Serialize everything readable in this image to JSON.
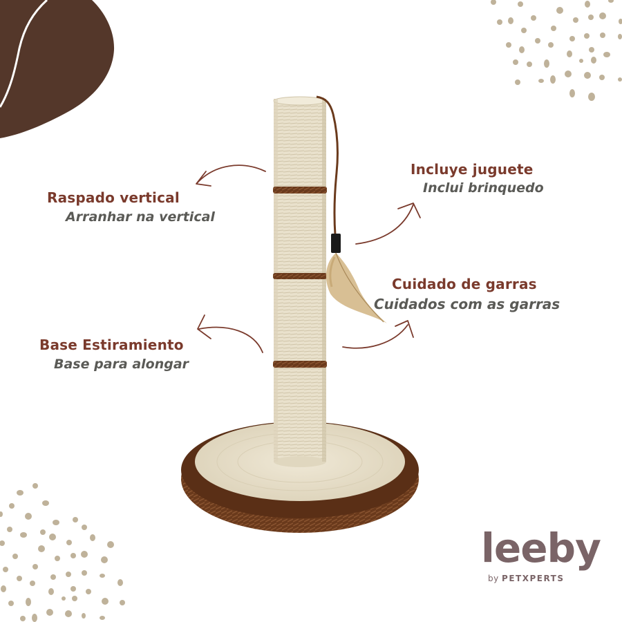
{
  "background": "#ffffff",
  "colors": {
    "brand_brown": "#54372a",
    "title_red_brown": "#7a3a2c",
    "subtitle_gray": "#5a5a56",
    "dots_beige": "#bfb29a",
    "logo_mauve": "#7a6467",
    "sisal_cream": "#e9e1cc",
    "rope_brown": "#6a3a1c"
  },
  "decorations": {
    "top_left_blob": "brown-blob",
    "top_right_dots": "beige-dot-pattern",
    "bottom_left_dots": "beige-dot-pattern"
  },
  "product": {
    "name": "cat-scratching-post",
    "parts": [
      "sisal-post",
      "brown-rope-rings",
      "hanging-feather-toy",
      "round-sisal-base"
    ]
  },
  "features": [
    {
      "title": "Raspado vertical",
      "subtitle": "Arranhar na vertical",
      "arrow_icon": "curved-arrow-left"
    },
    {
      "title": "Incluye juguete",
      "subtitle": "Inclui brinquedo",
      "arrow_icon": "curved-arrow-up-right"
    },
    {
      "title": "Cuidado de garras",
      "subtitle": "Cuidados com as garras",
      "arrow_icon": "curved-arrow-up-right"
    },
    {
      "title": "Base Estiramiento",
      "subtitle": "Base para alongar",
      "arrow_icon": "curved-arrow-left"
    }
  ],
  "logo": {
    "main": "leeby",
    "by": "by",
    "brand": "PETXPERTS"
  }
}
